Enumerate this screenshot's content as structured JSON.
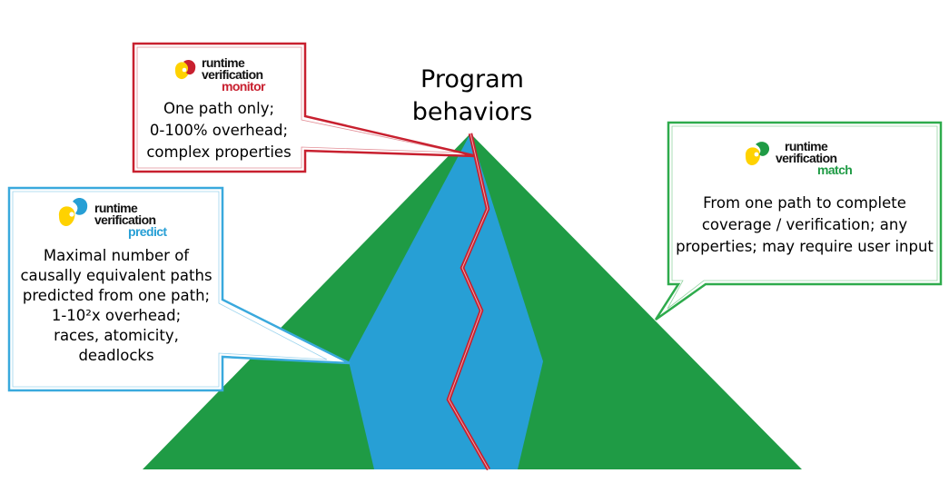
{
  "title_lines": [
    "Program",
    "behaviors"
  ],
  "colors": {
    "outer_triangle": "#1f9b45",
    "inner_region": "#279fd5",
    "path_line": "#c8202f",
    "monitor_border": "#c8202f",
    "predict_border": "#3aa9dd",
    "match_border": "#2eab4c",
    "logo_yellow": "#ffd200"
  },
  "callouts": {
    "monitor": {
      "logo": {
        "line1": "runtime",
        "line2": "verification",
        "line3": "monitor",
        "accent": "#c8202f"
      },
      "lines": [
        "One path only;",
        "0-100% overhead;",
        "complex properties"
      ]
    },
    "predict": {
      "logo": {
        "line1": "runtime",
        "line2": "verification",
        "line3": "predict",
        "accent": "#279fd5"
      },
      "lines": [
        "Maximal number of",
        "causally equivalent paths",
        "predicted from one path;",
        "1-10²x overhead;",
        "races, atomicity,",
        "deadlocks"
      ]
    },
    "match": {
      "logo": {
        "line1": "runtime",
        "line2": "verification",
        "line3": "match",
        "accent": "#1f9b45"
      },
      "lines": [
        "From one path to complete",
        "coverage / verification; any",
        "properties; may require user input"
      ]
    }
  }
}
